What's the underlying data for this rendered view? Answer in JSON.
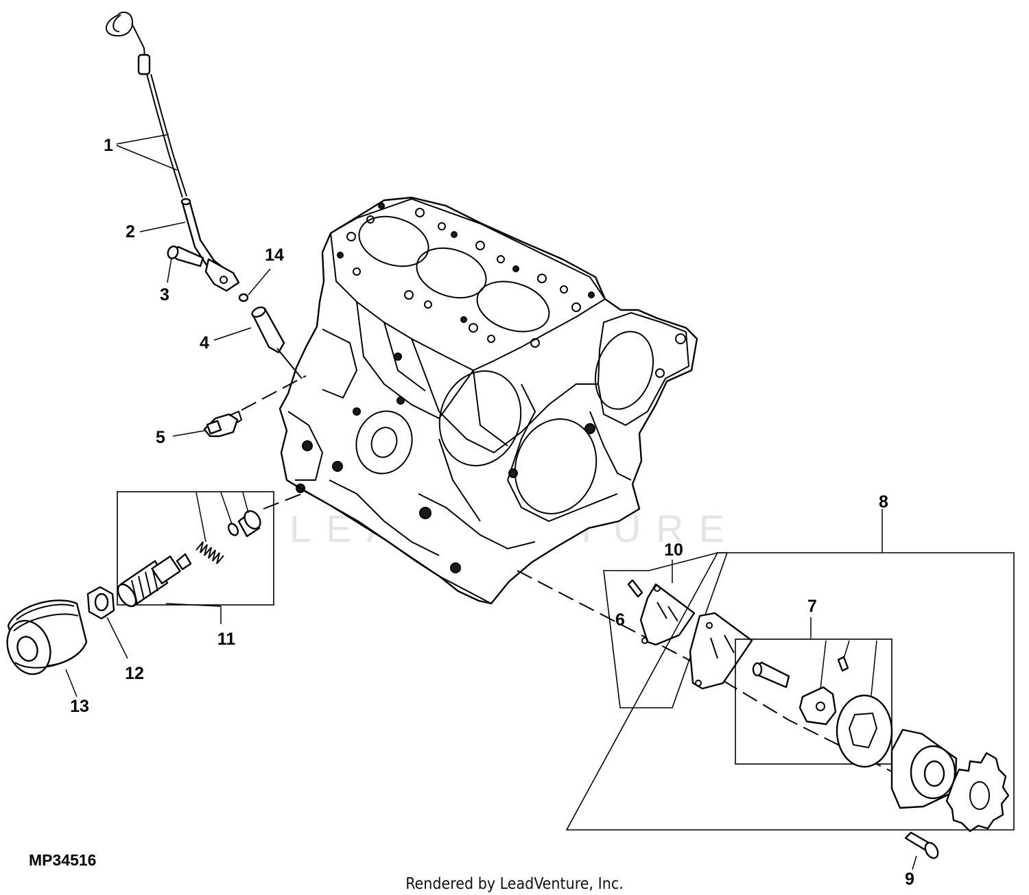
{
  "drawing_id": "MP34516",
  "footer": "Rendered by LeadVenture, Inc.",
  "watermark": "LEADVENTURE",
  "callouts": {
    "c1": "1",
    "c2": "2",
    "c3": "3",
    "c4": "4",
    "c5": "5",
    "c6": "6",
    "c7": "7",
    "c8": "8",
    "c9": "9",
    "c10": "10",
    "c11": "11",
    "c12": "12",
    "c13": "13",
    "c14": "14"
  },
  "parts": [
    {
      "callout": "1",
      "part": "dipstick"
    },
    {
      "callout": "2",
      "part": "dipstick-guide-tube"
    },
    {
      "callout": "3",
      "part": "guide-tube-cap-screw"
    },
    {
      "callout": "4",
      "part": "dipstick-tube-fitting"
    },
    {
      "callout": "5",
      "part": "oil-pressure-switch"
    },
    {
      "callout": "6",
      "part": "dowel-pin"
    },
    {
      "callout": "7",
      "part": "oil-pump-rotor-set"
    },
    {
      "callout": "8",
      "part": "oil-pump-assembly"
    },
    {
      "callout": "9",
      "part": "oil-pump-cap-screw"
    },
    {
      "callout": "10",
      "part": "oil-pump-gasket"
    },
    {
      "callout": "11",
      "part": "relief-valve-kit"
    },
    {
      "callout": "12",
      "part": "filter-adapter-nut"
    },
    {
      "callout": "13",
      "part": "oil-filter"
    },
    {
      "callout": "14",
      "part": "o-ring"
    }
  ]
}
